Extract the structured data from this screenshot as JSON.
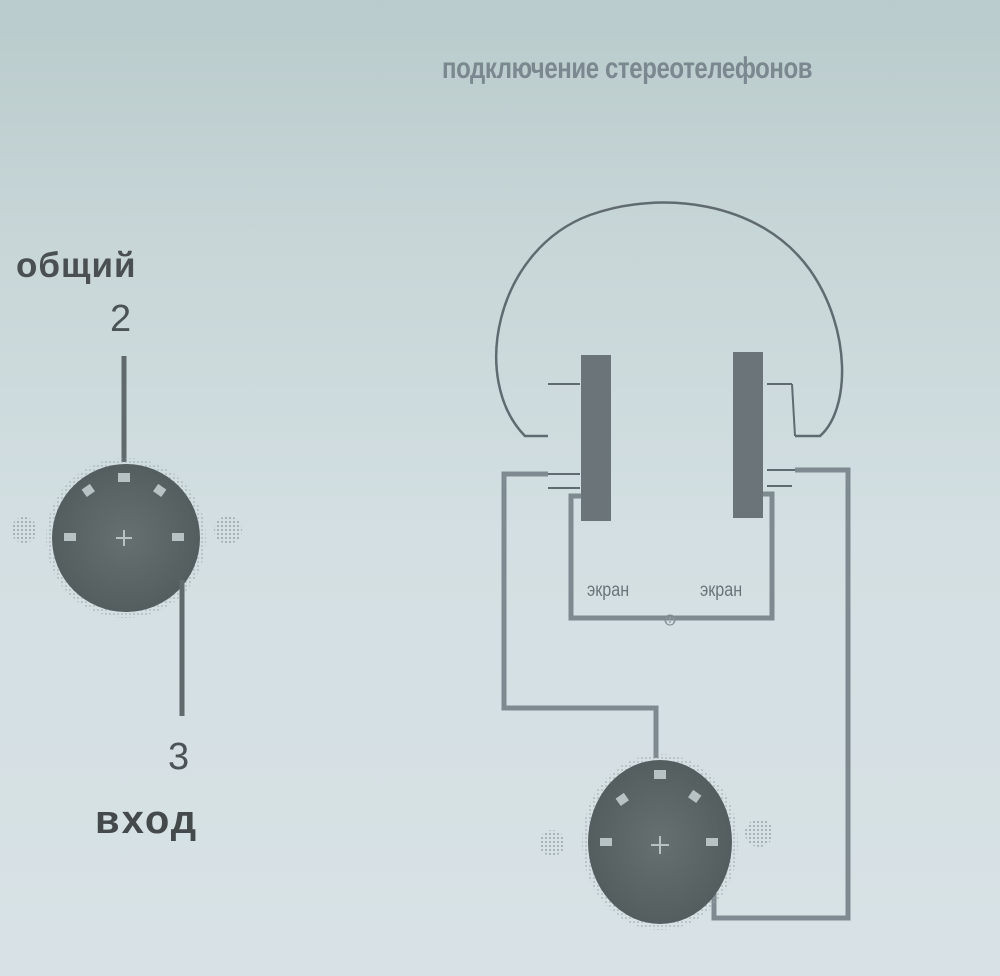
{
  "title": "подключение стереотелефонов",
  "left_connector": {
    "label_common": "общий",
    "pin_top": "2",
    "pin_bottom": "3",
    "label_input": "вход"
  },
  "headphones": {
    "screen_labels": [
      "экран",
      "экран"
    ]
  },
  "colors": {
    "background": "#cfdcdf",
    "wire": "#7e8a90",
    "earpiece": "#6b7478",
    "connector_body": "#5b6568",
    "title_text": "#7b8890"
  },
  "icons": {
    "connector": "din-connector-icon",
    "earpiece": "earpiece-icon",
    "headband": "headband-icon"
  }
}
